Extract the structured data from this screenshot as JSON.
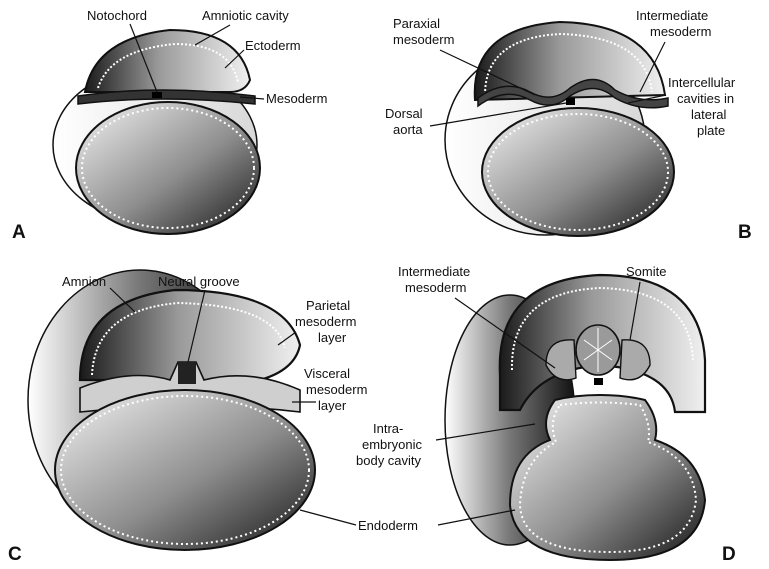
{
  "panels": {
    "A": {
      "letter": "A",
      "labels": {
        "notochord": "Notochord",
        "amniotic_cavity": "Amniotic cavity",
        "ectoderm": "Ectoderm",
        "mesoderm": "Mesoderm"
      }
    },
    "B": {
      "letter": "B",
      "labels": {
        "paraxial_l1": "Paraxial",
        "paraxial_l2": "mesoderm",
        "intermediate_l1": "Intermediate",
        "intermediate_l2": "mesoderm",
        "dorsal_l1": "Dorsal",
        "dorsal_l2": "aorta",
        "intercellular_l1": "Intercellular",
        "intercellular_l2": "cavities in",
        "intercellular_l3": "lateral",
        "intercellular_l4": "plate"
      }
    },
    "C": {
      "letter": "C",
      "labels": {
        "amnion": "Amnion",
        "neural_groove": "Neural groove",
        "parietal_l1": "Parietal",
        "parietal_l2": "mesoderm",
        "parietal_l3": "layer",
        "visceral_l1": "Visceral",
        "visceral_l2": "mesoderm",
        "visceral_l3": "layer"
      }
    },
    "D": {
      "letter": "D",
      "labels": {
        "intermediate_l1": "Intermediate",
        "intermediate_l2": "mesoderm",
        "somite": "Somite",
        "intra_l1": "Intra-",
        "intra_l2": "embryonic",
        "intra_l3": "body cavity",
        "endoderm": "Endoderm"
      }
    }
  }
}
